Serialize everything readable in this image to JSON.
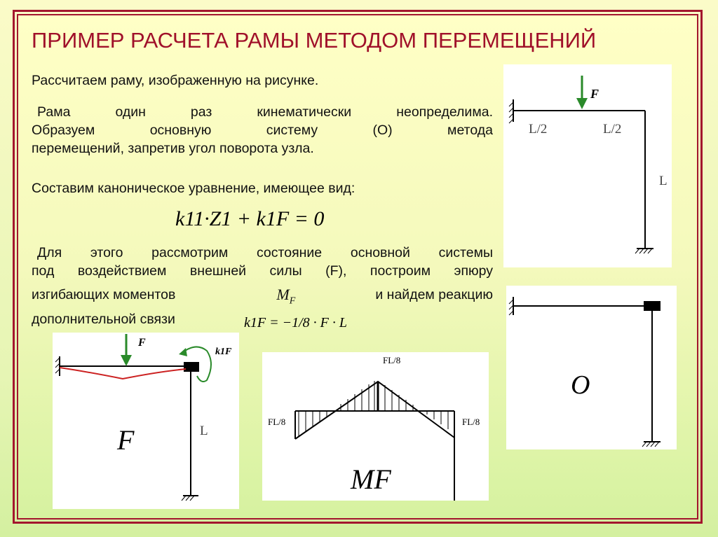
{
  "title": "ПРИМЕР РАСЧЕТА РАМЫ МЕТОДОМ ПЕРЕМЕЩЕНИЙ",
  "paragraphs": {
    "p1": "Рассчитаем раму, изображенную на рисунке.",
    "p2a": "Рама один раз кинематически неопределима.",
    "p2b": "Образуем основную систему (О) метода",
    "p2c": "перемещений, запретив угол поворота узла.",
    "p3": "Составим каноническое уравнение, имеющее вид:",
    "p4a": "Для этого рассмотрим состояние основной системы",
    "p4b": "под воздействием внешней силы (F), построим эпюру",
    "p4c_1": "изгибающих моментов",
    "p4c_2": "и найдем реакцию",
    "p4d": "дополнительной связи"
  },
  "equation": "k11·Z1 + k1F = 0",
  "reaction_formula": "k1F = −1/8 · F · L",
  "diagrams": {
    "given": {
      "force": "F",
      "half_left": "L/2",
      "half_right": "L/2",
      "height": "L"
    },
    "basic": {
      "label": "O"
    },
    "loaded": {
      "force": "F",
      "reaction": "k1F",
      "height": "L",
      "label": "F"
    },
    "moments": {
      "top": "FL/8",
      "left": "FL/8",
      "right": "FL/8",
      "label": "MF"
    }
  },
  "colors": {
    "title": "#a0102a",
    "force": "#2a8a2a",
    "deflection": "#cc2222"
  }
}
